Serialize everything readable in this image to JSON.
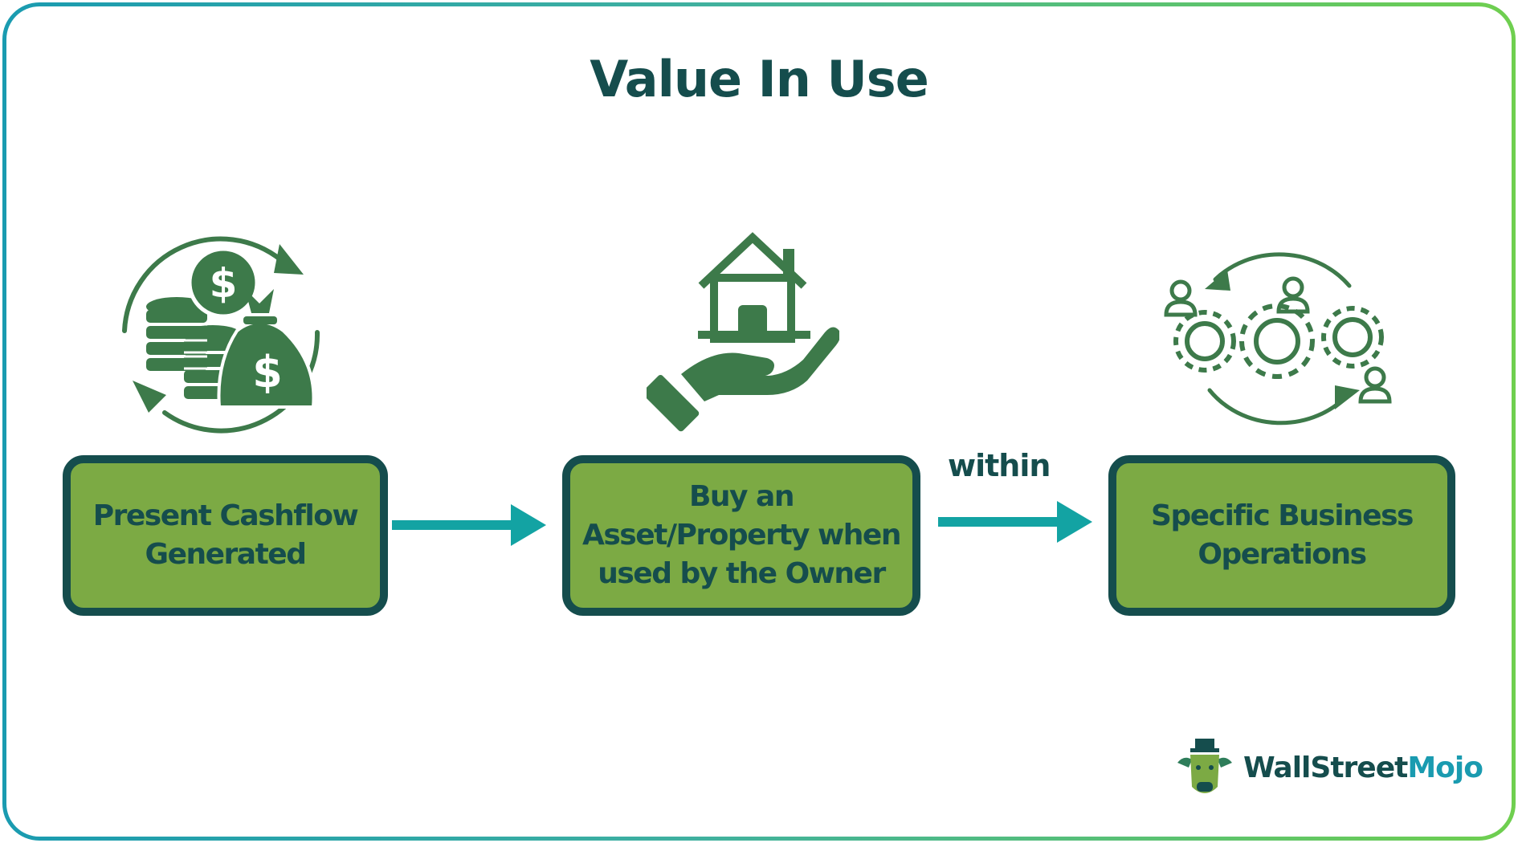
{
  "title": "Value In Use",
  "nodes": [
    {
      "label": "Present Cashflow\nGenerated",
      "icon": "money-cycle-icon"
    },
    {
      "label": "Buy an\nAsset/Property when\nused by the Owner",
      "icon": "house-in-hand-icon"
    },
    {
      "label": "Specific Business\nOperations",
      "icon": "gears-people-cycle-icon"
    }
  ],
  "connectors": [
    {
      "from": 0,
      "to": 1,
      "label": ""
    },
    {
      "from": 1,
      "to": 2,
      "label": "within"
    }
  ],
  "logo": {
    "text_part1": "WallStreet",
    "text_part2": "Mojo",
    "icon": "bull-mascot-icon"
  },
  "colors": {
    "dark_teal": "#154d4d",
    "box_green": "#7caa44",
    "icon_green": "#3d7a4a",
    "arrow_teal": "#13a3a3",
    "border_gradient_start": "#1a9bb0",
    "border_gradient_end": "#6fcf4f"
  }
}
